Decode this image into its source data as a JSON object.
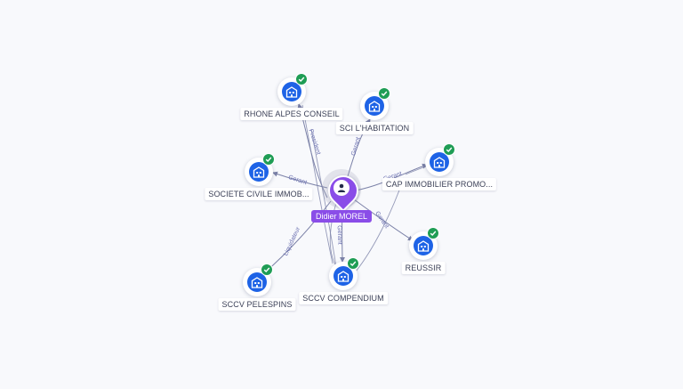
{
  "center": {
    "label": "Didier MOREL",
    "icon": "person-icon",
    "color": "#8a4de8"
  },
  "nodes": [
    {
      "id": "rhone",
      "label": "RHONE ALPES CONSEIL",
      "icon": "building-icon",
      "verified": true
    },
    {
      "id": "sci",
      "label": "SCI L'HABITATION",
      "icon": "building-icon",
      "verified": true
    },
    {
      "id": "cap",
      "label": "CAP IMMOBILIER PROMO...",
      "icon": "building-icon",
      "verified": true
    },
    {
      "id": "societe",
      "label": "SOCIETE CIVILE IMMOB...",
      "icon": "building-icon",
      "verified": true
    },
    {
      "id": "reussir",
      "label": "REUSSIR",
      "icon": "building-icon",
      "verified": true
    },
    {
      "id": "compendium",
      "label": "SCCV COMPENDIUM",
      "icon": "building-icon",
      "verified": true
    },
    {
      "id": "pelespins",
      "label": "SCCV PELESPINS",
      "icon": "building-icon",
      "verified": true
    }
  ],
  "edges": [
    {
      "to": "rhone",
      "label": "President"
    },
    {
      "to": "sci",
      "label": "Gerant"
    },
    {
      "to": "cap",
      "label": "Gerant"
    },
    {
      "to": "societe",
      "label": "Gerant"
    },
    {
      "to": "reussir",
      "label": "Gerant"
    },
    {
      "to": "compendium",
      "label": "Gerant"
    },
    {
      "to": "pelespins",
      "label": "Liquidateur"
    }
  ],
  "colors": {
    "node": "#1e63e6",
    "verified": "#1f9d55",
    "edge": "#7c82a8",
    "edge_label": "#6a6fb0"
  }
}
